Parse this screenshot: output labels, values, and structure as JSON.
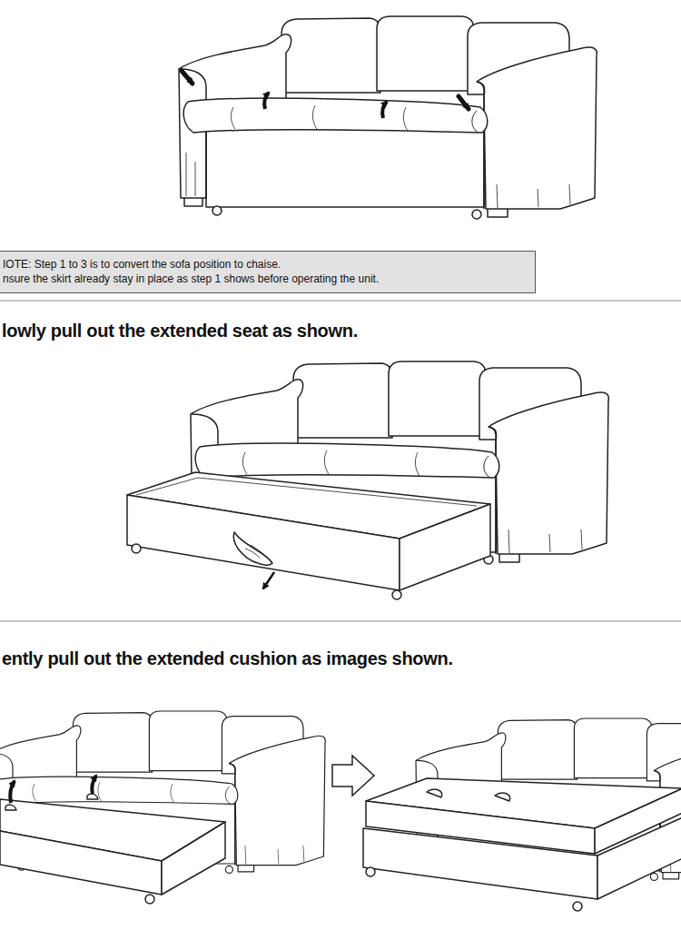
{
  "diagram": {
    "nodes": [
      {
        "text": [
          "IOTE: Step 1 to 3 is to convert the sofa position to chaise.",
          "nsure the skirt already stay in place as step 1 shows before operating the unit."
        ]
      }
    ],
    "labels": [
      "lowly pull out the extended seat as shown.",
      "ently pull out the extended cushion as images shown."
    ]
  }
}
